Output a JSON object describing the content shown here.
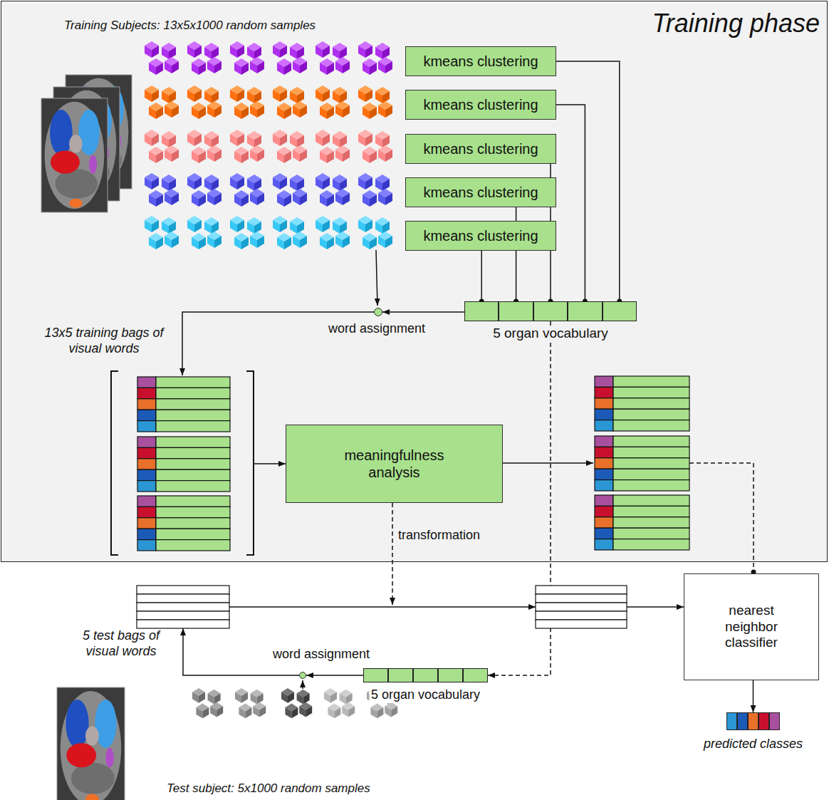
{
  "diagram": {
    "nodes": [
      {
        "text": [
          "Training phase"
        ]
      },
      {
        "text": [
          "kmeans clustering"
        ],
        "in": 0
      },
      {
        "text": [
          "kmeans clustering"
        ],
        "in": 0
      },
      {
        "text": [
          "kmeans clustering"
        ],
        "in": 0
      },
      {
        "text": [
          "kmeans clustering"
        ],
        "in": 0
      },
      {
        "text": [
          "kmeans clustering"
        ],
        "in": 0
      },
      {
        "text": [
          "5 organ vocabulary"
        ],
        "in": 0
      },
      {
        "text": [
          "word assignment"
        ],
        "in": 0
      },
      {
        "text": [
          "13x5 training bags of visual words"
        ],
        "in": 0
      },
      {
        "text": [
          "meaningfulness analysis"
        ],
        "in": 0
      },
      {
        "text": [
          "5 test bags of visual words"
        ]
      },
      {
        "text": [
          "nearest neighbor classifier"
        ]
      },
      {
        "text": [
          "word assignment"
        ]
      },
      {
        "text": [
          "5 organ vocabulary"
        ]
      },
      {
        "text": [
          "predicted classes"
        ]
      }
    ],
    "edges": [
      {
        "from": 1,
        "to": 6,
        "arrow": "to"
      },
      {
        "from": 2,
        "to": 6,
        "arrow": "to"
      },
      {
        "from": 3,
        "to": 6,
        "arrow": "to"
      },
      {
        "from": 4,
        "to": 6,
        "arrow": "to"
      },
      {
        "from": 5,
        "to": 6,
        "arrow": "to"
      },
      {
        "from": 6,
        "to": 7,
        "arrow": "to"
      },
      {
        "from": 7,
        "to": 8,
        "arrow": "to"
      },
      {
        "from": 8,
        "to": 9,
        "arrow": "to"
      },
      {
        "from": 6,
        "to": 13,
        "arrow": "to"
      },
      {
        "from": 13,
        "to": 12,
        "arrow": "to"
      },
      {
        "from": 12,
        "to": 10,
        "arrow": "to"
      },
      {
        "from": 10,
        "to": 11,
        "arrow": "to"
      },
      {
        "from": 11,
        "to": 14,
        "arrow": "to"
      }
    ],
    "labels": [
      "Training Subjects: 13x5x1000 random samples",
      "transformation",
      "Test subject: 5x1000 random samples"
    ]
  }
}
